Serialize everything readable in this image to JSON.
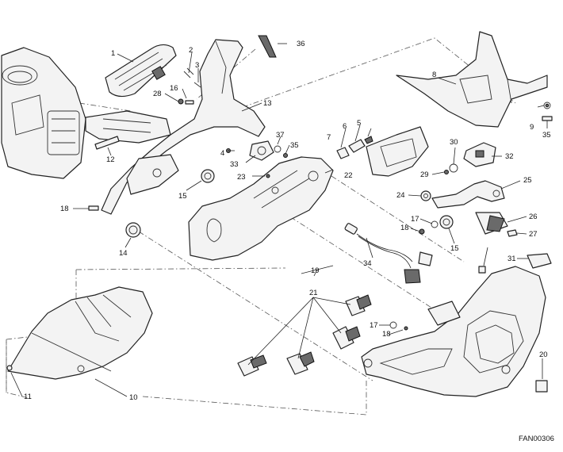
{
  "diagram": {
    "drawing_code": "FAN00306",
    "callouts": [
      "1",
      "2",
      "3",
      "4",
      "5",
      "6",
      "7",
      "8",
      "9",
      "10",
      "11",
      "12",
      "13",
      "14",
      "15",
      "16",
      "17",
      "18",
      "19",
      "20",
      "21",
      "22",
      "23",
      "24",
      "25",
      "26",
      "27",
      "28",
      "29",
      "30",
      "31",
      "32",
      "33",
      "34",
      "35",
      "36",
      "37"
    ]
  }
}
